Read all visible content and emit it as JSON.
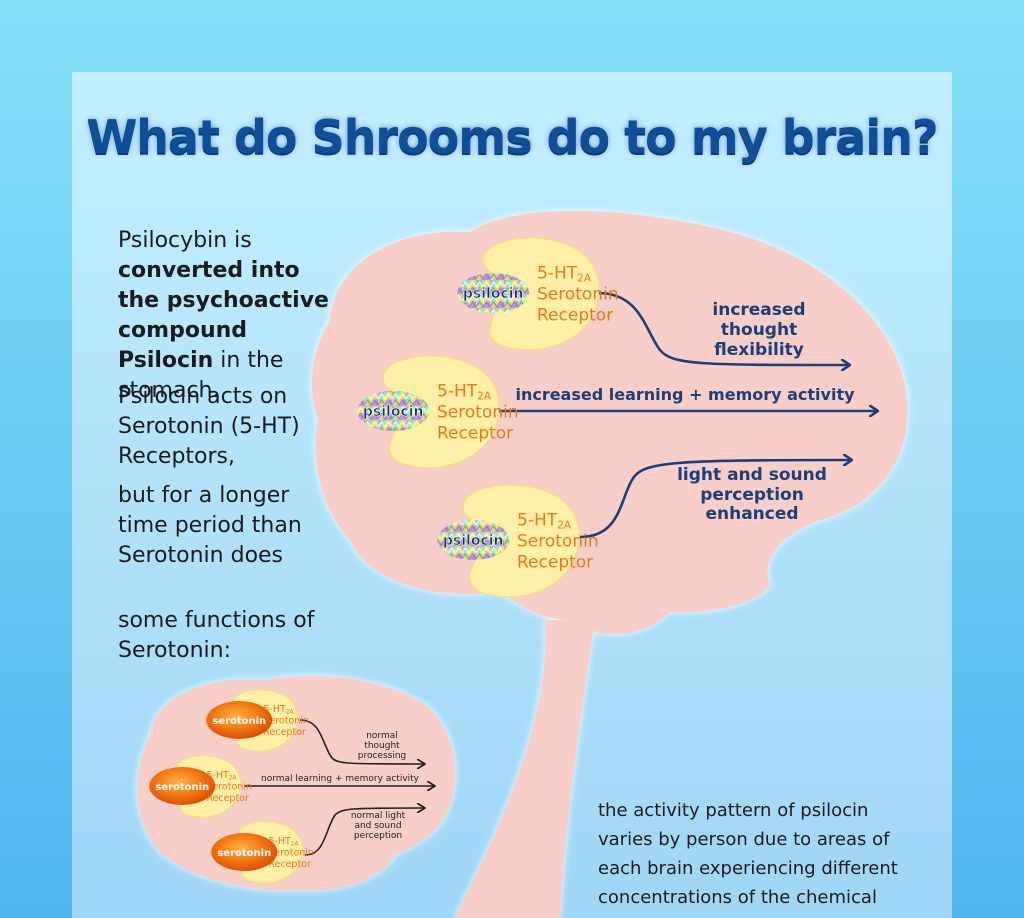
{
  "title": "What do Shrooms do to my brain?",
  "intro": {
    "part1": "Psilocybin is ",
    "bold": "converted into the psychoactive compound Psilocin",
    "part2": " in the stomach."
  },
  "acts_text": "Psilocin acts on Serotonin (5-HT) Receptors,",
  "longer_text": "but for a longer time period than Serotonin does",
  "functions_heading": "some functions of Serotonin:",
  "activity_note": "the activity pattern of psilocin varies by person due to areas of each brain experiencing different concentrations of the chemical",
  "colors": {
    "background_top": "#86e0f8",
    "background_bottom": "#4fb6ef",
    "panel": "#b3e6fb",
    "brain": "#f8cfc8",
    "receptor": "#fbf0a6",
    "receptor_text": "#e8781e",
    "arrow": "#1a3f7a",
    "title": "#0f4f9a",
    "serotonin": "#f47a12"
  },
  "main_diagram": {
    "molecule_label": "psilocin",
    "receptor_line1": "5-HT",
    "receptor_sub": "2A",
    "receptor_line2": "Serotonin",
    "receptor_line3": "Receptor",
    "effects": {
      "top": [
        "increased",
        "thought",
        "flexibility"
      ],
      "middle": "increased learning + memory activity",
      "bottom": [
        "light and sound",
        "perception",
        "enhanced"
      ]
    }
  },
  "small_diagram": {
    "molecule_label": "serotonin",
    "receptor_line1": "5-HT",
    "receptor_sub": "2A",
    "receptor_line2": "Serotonin",
    "receptor_line3": "Receptor",
    "effects": {
      "top": [
        "normal",
        "thought",
        "processing"
      ],
      "middle": "normal learning + memory activity",
      "bottom": [
        "normal light",
        "and sound",
        "perception"
      ]
    }
  }
}
